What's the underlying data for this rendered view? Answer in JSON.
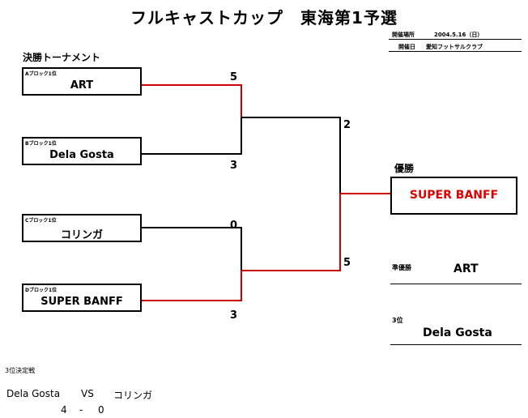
{
  "title": "フルキャストカップ　東海第1予選",
  "meta": {
    "venue_label": "開催場所",
    "venue_value": "2004.5.16（日）",
    "date_label": "開催日",
    "date_value": "愛知フットサルクラブ"
  },
  "section_title": "決勝トーナメント",
  "teams": [
    {
      "block": "Aブロック1位",
      "name": "ART"
    },
    {
      "block": "Bブロック1位",
      "name": "Dela Gosta"
    },
    {
      "block": "Cブロック1位",
      "name": "コリンガ"
    },
    {
      "block": "Dブロック1位",
      "name": "SUPER BANFF"
    }
  ],
  "scores": {
    "semi1_top": "5",
    "semi1_bottom": "3",
    "semi2_top": "0",
    "semi2_bottom": "3",
    "final_top": "2",
    "final_bottom": "5"
  },
  "results": {
    "champion_label": "優勝",
    "champion": "SUPER BANFF",
    "runner_up_label": "準優勝",
    "runner_up": "ART",
    "third_label": "3位",
    "third": "Dela Gosta"
  },
  "third_place_match": {
    "title": "3位決定戦",
    "team_a": "Dela Gosta",
    "vs": "VS",
    "team_b": "コリンガ",
    "score_a": "4",
    "dash": "-",
    "score_b": "0"
  },
  "colors": {
    "winner_line": "#cc0000",
    "loser_line": "#000000",
    "champion_text": "#e00000"
  }
}
